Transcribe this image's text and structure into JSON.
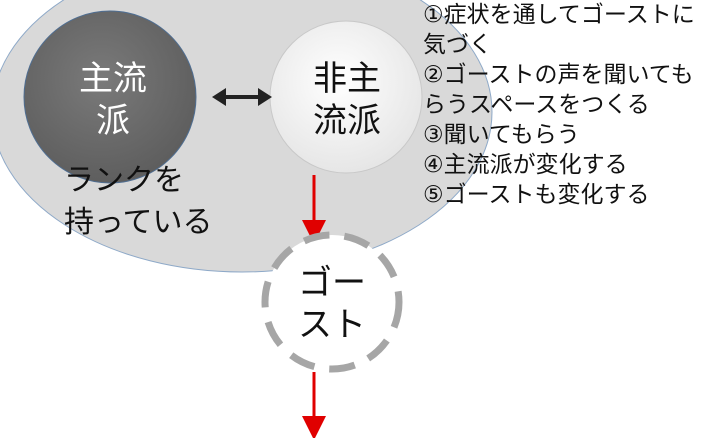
{
  "diagram": {
    "circles": {
      "mainstream": "主流\n派",
      "non_mainstream": "非主\n流派",
      "ghost": "ゴー\nスト"
    },
    "rank_label": "ランクを\n持っている",
    "steps": [
      "①症状を通してゴーストに気づく",
      "②ゴーストの声を聞いてもらうスペースをつくる",
      "③聞いてもらう",
      "④主流派が変化する",
      "⑤ゴーストも変化する"
    ]
  },
  "colors": {
    "outer_ellipse": "#d9d9d9",
    "mainstream_fill": "#6e6e6e",
    "non_mainstream_fill": "#f2f2f2",
    "ghost_border": "#a6a6a6",
    "arrow_red": "#e00000",
    "arrow_black": "#222222"
  }
}
